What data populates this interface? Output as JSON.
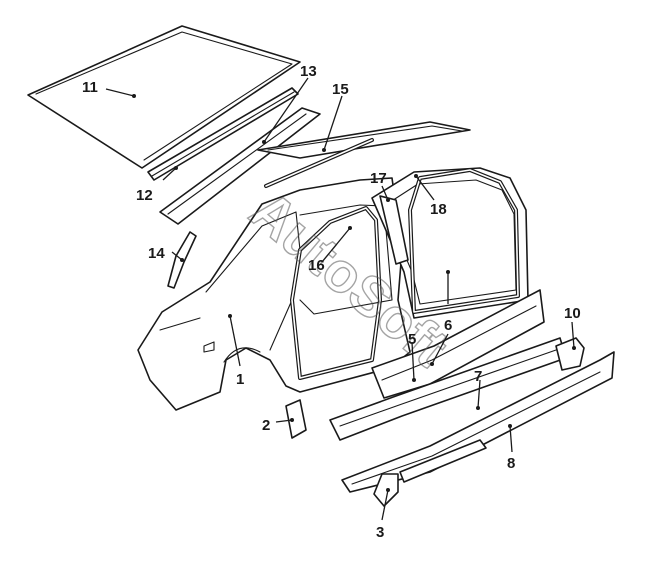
{
  "diagram": {
    "watermark": "AutoSoft",
    "callouts": [
      {
        "id": "1",
        "label": "1"
      },
      {
        "id": "2",
        "label": "2"
      },
      {
        "id": "3",
        "label": "3"
      },
      {
        "id": "5",
        "label": "5"
      },
      {
        "id": "6",
        "label": "6"
      },
      {
        "id": "7",
        "label": "7"
      },
      {
        "id": "8",
        "label": "8"
      },
      {
        "id": "10",
        "label": "10"
      },
      {
        "id": "11",
        "label": "11"
      },
      {
        "id": "12",
        "label": "12"
      },
      {
        "id": "13",
        "label": "13"
      },
      {
        "id": "14",
        "label": "14"
      },
      {
        "id": "15",
        "label": "15"
      },
      {
        "id": "16",
        "label": "16"
      },
      {
        "id": "17",
        "label": "17"
      },
      {
        "id": "18",
        "label": "18"
      }
    ],
    "colors": {
      "line": "#1a1a1a",
      "background": "#ffffff",
      "watermark": "#5a5a5a"
    }
  }
}
